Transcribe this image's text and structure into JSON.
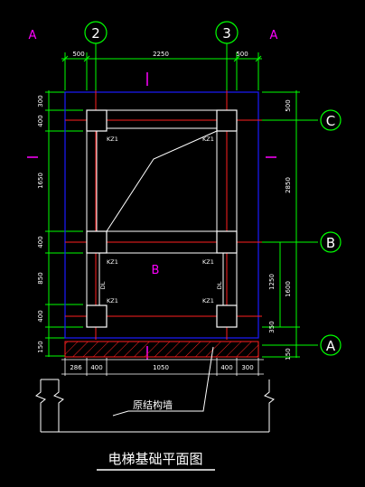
{
  "axis_labels": {
    "col_2": "2",
    "col_3": "3",
    "row_c": "C",
    "row_b": "B",
    "row_a": "A"
  },
  "section_marks": {
    "left": "A",
    "right": "A",
    "center_b": "B"
  },
  "top_dims": [
    "500",
    "2250",
    "500"
  ],
  "left_dims": [
    "300",
    "400",
    "1650",
    "400",
    "850",
    "400",
    "150"
  ],
  "right_dims": {
    "outer": [
      "500",
      "2850",
      "1250",
      "350",
      "150"
    ],
    "inner": "1600"
  },
  "bottom_dims": [
    "286",
    "400",
    "1050",
    "400",
    "300"
  ],
  "column_tags": [
    "KZ1",
    "KZ1",
    "KZ1",
    "KZ1",
    "KZ1",
    "KZ1"
  ],
  "beam_tags": [
    "DL",
    "DL"
  ],
  "wall_label": "原结构墙",
  "title": "电梯基础平面图",
  "colors": {
    "red": "#ff2020",
    "green": "#00ff00",
    "blue": "#1a1aff",
    "magenta": "#ff00ff",
    "white": "#ffffff"
  }
}
